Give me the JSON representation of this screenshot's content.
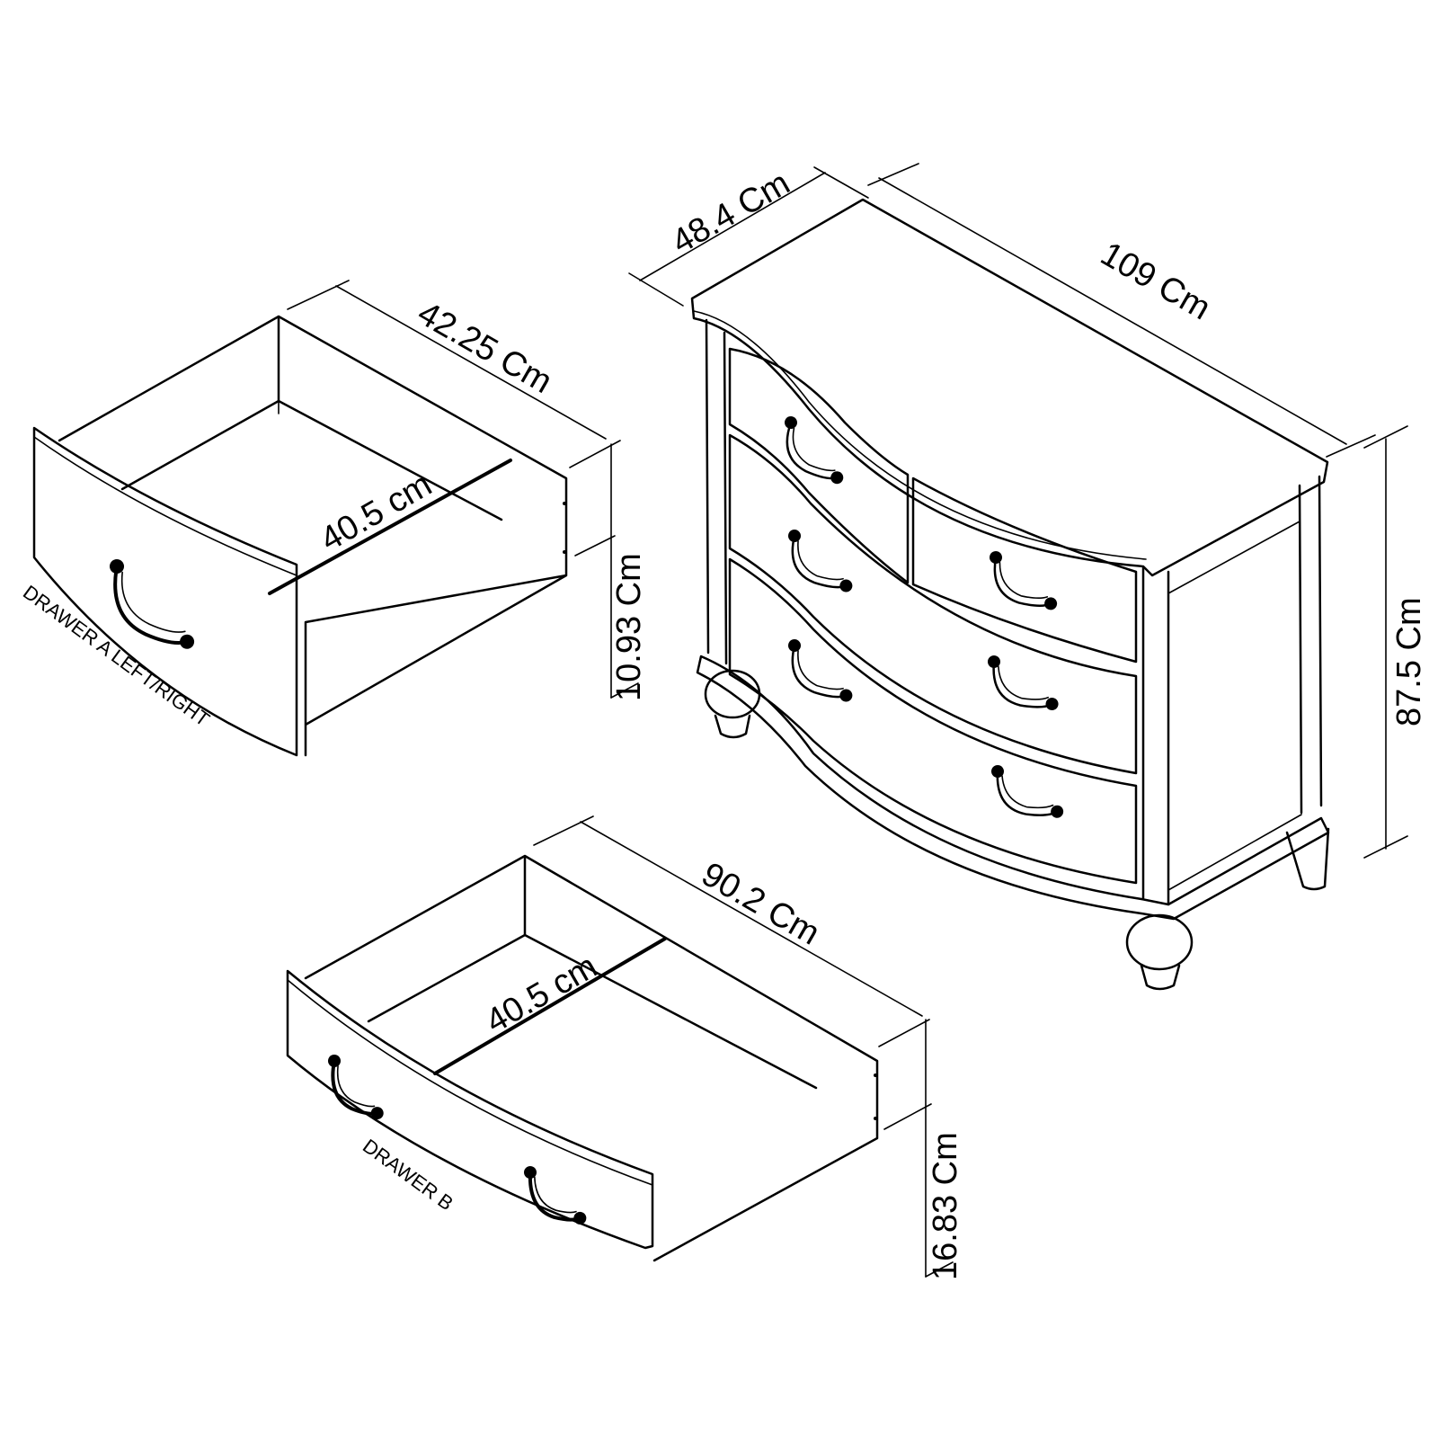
{
  "chest": {
    "depth_label": "48.4 Cm",
    "width_label": "109 Cm",
    "height_label": "87.5 Cm"
  },
  "drawer_a": {
    "depth_label": "42.25 Cm",
    "inner_label": "40.5 cm",
    "height_label": "10.93 Cm",
    "caption": "DRAWER A  LEFT/RIGHT"
  },
  "drawer_b": {
    "width_label": "90.2 Cm",
    "inner_label": "40.5 cm",
    "height_label": "16.83 Cm",
    "caption": "DRAWER B"
  }
}
